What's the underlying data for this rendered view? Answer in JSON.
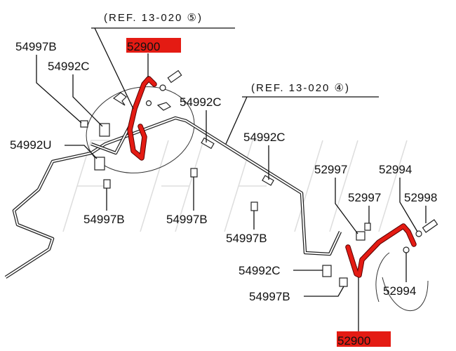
{
  "diagram": {
    "refs": [
      {
        "text": "(REF. 13-020 ⑤)"
      },
      {
        "text": "(REF. 13-020 ④)"
      }
    ],
    "highlight_color": "#e41b13",
    "highlighted_labels": [
      {
        "text": "52900"
      },
      {
        "text": "52900"
      }
    ],
    "labels": [
      {
        "text": "54997B"
      },
      {
        "text": "54992C"
      },
      {
        "text": "54992C"
      },
      {
        "text": "54992C"
      },
      {
        "text": "54992U"
      },
      {
        "text": "54997B"
      },
      {
        "text": "54997B"
      },
      {
        "text": "54997B"
      },
      {
        "text": "52997"
      },
      {
        "text": "52994"
      },
      {
        "text": "52997"
      },
      {
        "text": "52998"
      },
      {
        "text": "54992C"
      },
      {
        "text": "54997B"
      },
      {
        "text": "52994"
      }
    ]
  }
}
